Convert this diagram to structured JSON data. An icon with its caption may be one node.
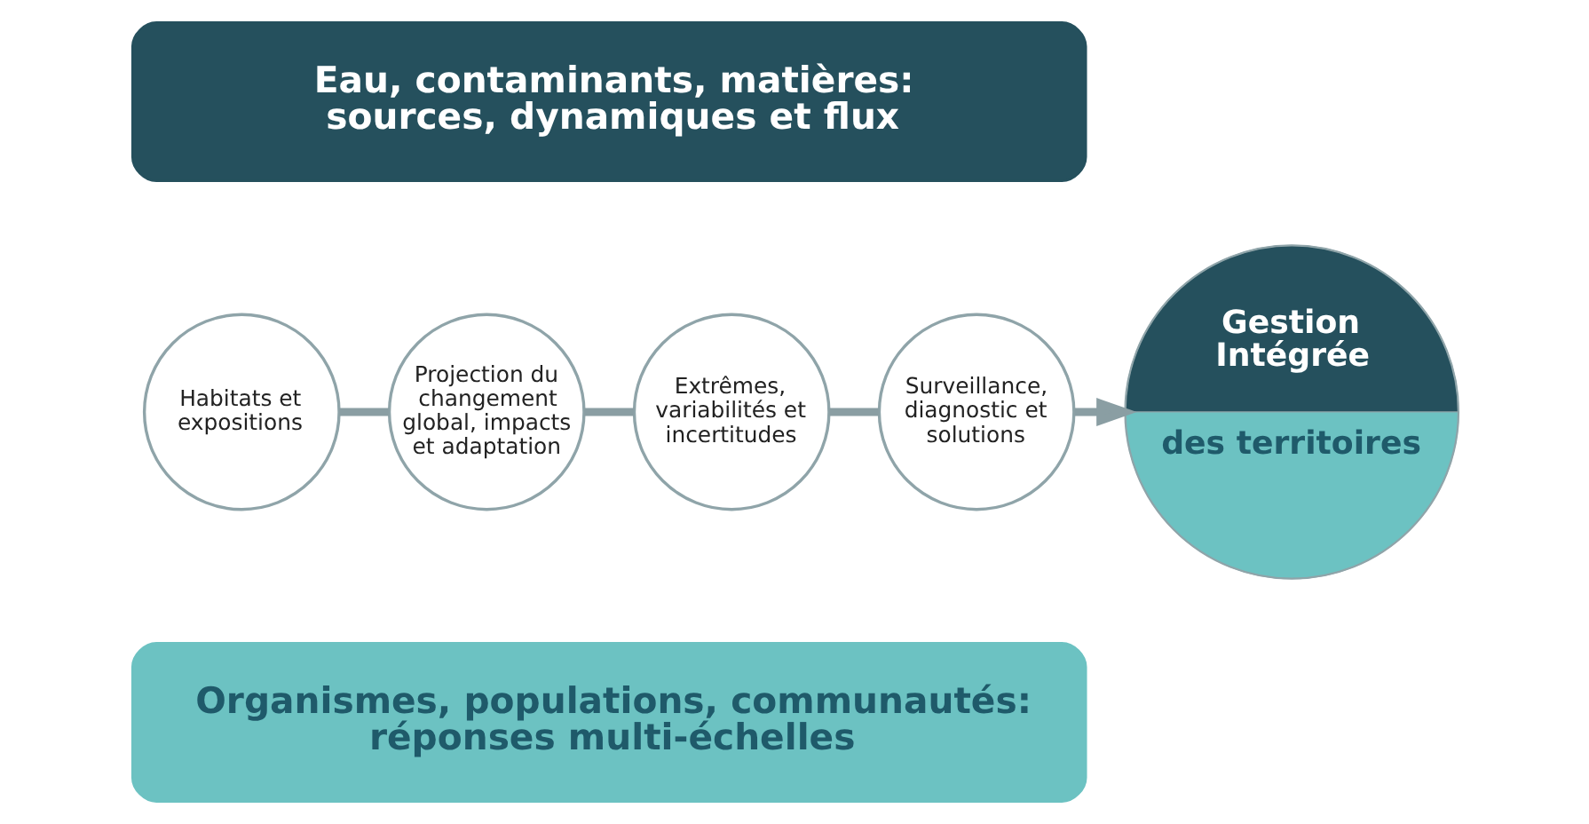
{
  "diagram": {
    "nodes": [
      {
        "text": [
          "Eau, contaminants, matières: sources, dynamiques et flux"
        ]
      },
      {
        "text": [
          "Habitats et expositions"
        ]
      },
      {
        "text": [
          "Projection du changement global, impacts et adaptation"
        ]
      },
      {
        "text": [
          "Extrêmes, variabilités et incertitudes"
        ]
      },
      {
        "text": [
          "Surveillance, diagnostic et solutions"
        ]
      },
      {
        "text": [
          "Gestion Intégrée",
          "des territoires"
        ]
      },
      {
        "text": [
          "Organismes, populations, communautés: réponses multi-échelles"
        ]
      }
    ],
    "edges": [
      {
        "from": 1,
        "to": 2,
        "arrow": "none"
      },
      {
        "from": 2,
        "to": 3,
        "arrow": "none"
      },
      {
        "from": 3,
        "to": 4,
        "arrow": "none"
      },
      {
        "from": 4,
        "to": 5,
        "arrow": "to"
      }
    ]
  }
}
